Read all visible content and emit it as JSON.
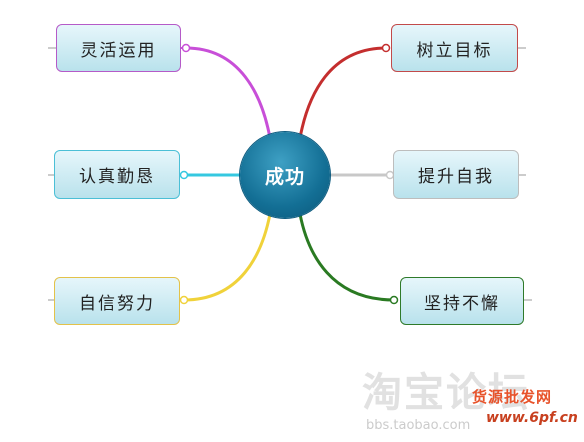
{
  "center": {
    "label": "成功"
  },
  "branches": [
    {
      "label": "灵活运用",
      "color": "#c84fd8",
      "border": "#b55ac8"
    },
    {
      "label": "认真勤恳",
      "color": "#35c8e0",
      "border": "#4bbfd6"
    },
    {
      "label": "自信努力",
      "color": "#f0d23a",
      "border": "#e3c24a"
    },
    {
      "label": "树立目标",
      "color": "#c42e2e",
      "border": "#c24a4a"
    },
    {
      "label": "提升自我",
      "color": "#c8c8c8",
      "border": "#bdbdbd"
    },
    {
      "label": "坚持不懈",
      "color": "#2a7a22",
      "border": "#2f7a2a"
    }
  ],
  "watermark": {
    "taobao": "淘宝论坛",
    "taobao_url": "bbs.taobao.com",
    "brand": "货源批发网",
    "brand_url": "www.6pf.cn"
  }
}
